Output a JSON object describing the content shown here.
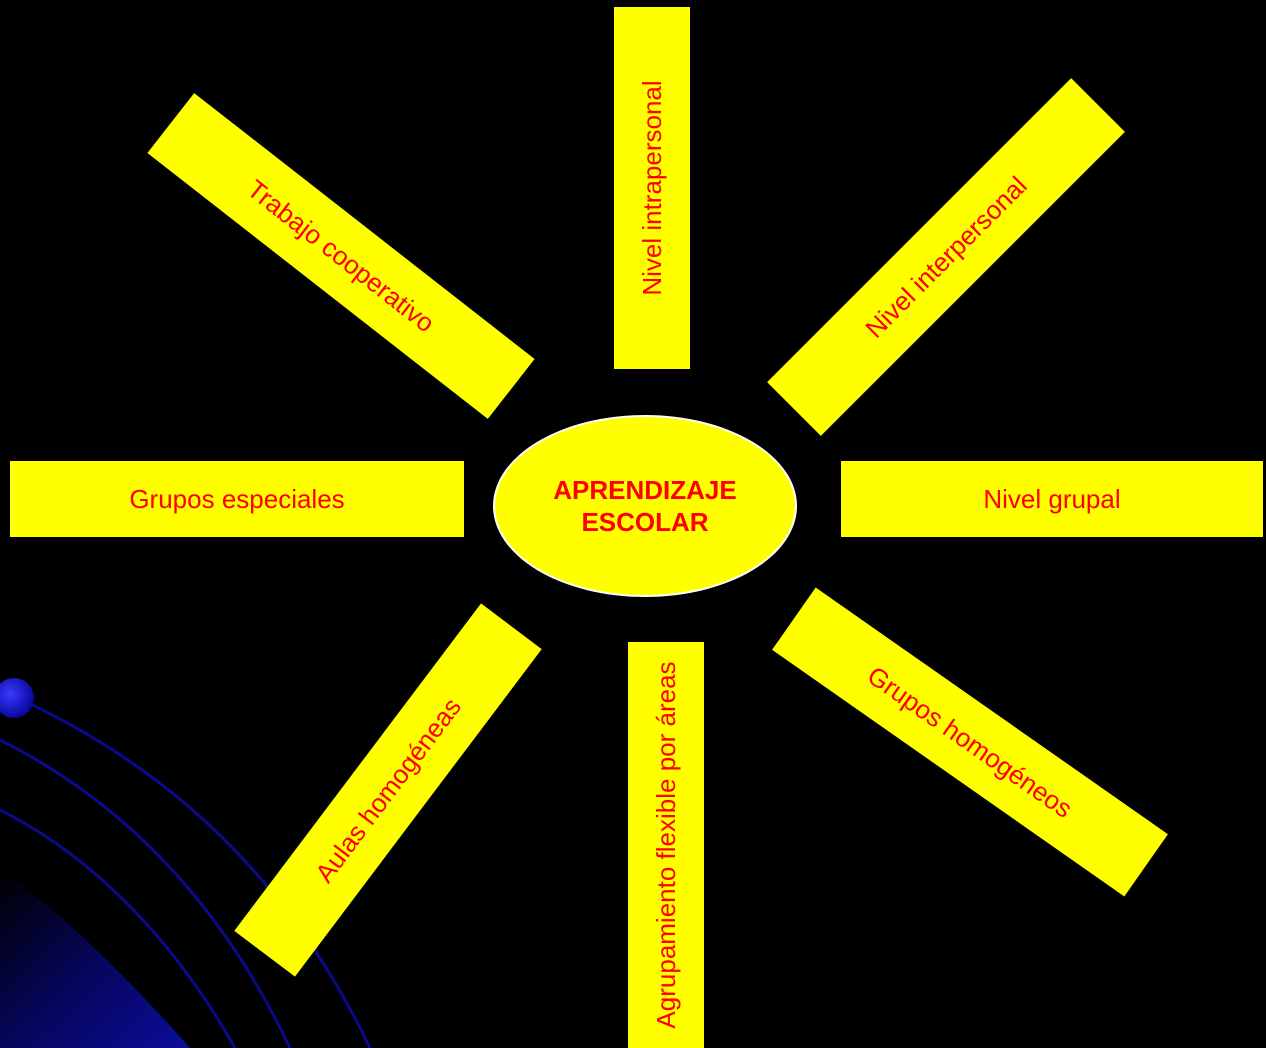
{
  "colors": {
    "background": "#000000",
    "box_fill": "#ffff00",
    "text": "#ff0000",
    "decor_line": "#0a0a8c",
    "decor_dot": "#1010c0"
  },
  "center": {
    "label": "APRENDIZAJE ESCOLAR"
  },
  "rays": [
    {
      "id": "nivel-intrapersonal",
      "label": "Nivel intrapersonal"
    },
    {
      "id": "nivel-interpersonal",
      "label": "Nivel interpersonal"
    },
    {
      "id": "nivel-grupal",
      "label": "Nivel grupal"
    },
    {
      "id": "grupos-homogeneos",
      "label": "Grupos homogéneos"
    },
    {
      "id": "agrupamiento-flexible",
      "label": "Agrupamiento flexible por áreas"
    },
    {
      "id": "aulas-homogeneas",
      "label": "Aulas homogéneas"
    },
    {
      "id": "grupos-especiales",
      "label": "Grupos especiales"
    },
    {
      "id": "trabajo-cooperativo",
      "label": "Trabajo cooperativo"
    }
  ]
}
